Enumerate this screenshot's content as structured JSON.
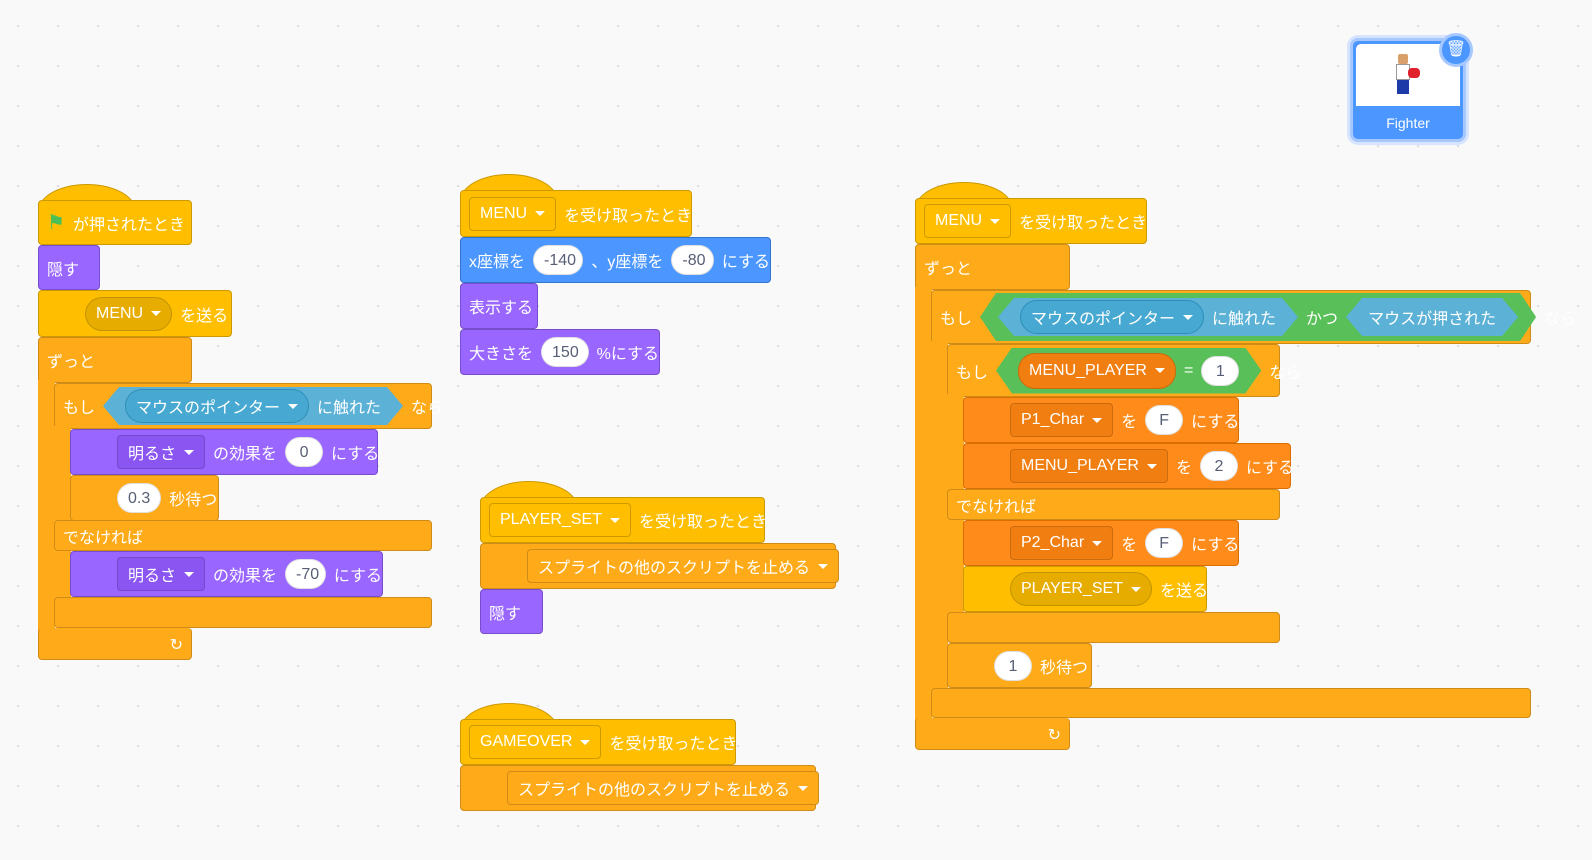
{
  "sprite": {
    "name": "Fighter"
  },
  "s1": {
    "hat": "が押されたとき",
    "hide": "隠す",
    "bc_msg": "MENU",
    "bc": "を送る",
    "forever": "ずっと",
    "if": "もし",
    "touch_obj": "マウスのポインター",
    "touch": "に触れた",
    "then": "なら",
    "eff1": "明るさ",
    "eff_of": "の効果を",
    "eff1_val": "0",
    "set_to": "にする",
    "wait_val": "0.3",
    "wait": "秒待つ",
    "else": "でなければ",
    "eff2": "明るさ",
    "eff2_val": "-70"
  },
  "s2": {
    "msg": "MENU",
    "recv": "を受け取ったとき",
    "x_lbl": "x座標を",
    "x": "-140",
    "y_lbl": "、y座標を",
    "y": "-80",
    "set": "にする",
    "show": "表示する",
    "size_lbl": "大きさを",
    "size": "150",
    "size_set": "%にする"
  },
  "s3": {
    "msg": "PLAYER_SET",
    "recv": "を受け取ったとき",
    "stop": "スプライトの他のスクリプトを止める",
    "hide": "隠す"
  },
  "s4": {
    "msg": "GAMEOVER",
    "recv": "を受け取ったとき",
    "stop": "スプライトの他のスクリプトを止める"
  },
  "s5": {
    "msg": "MENU",
    "recv": "を受け取ったとき",
    "forever": "ずっと",
    "if": "もし",
    "touch_obj": "マウスのポインター",
    "touch": "に触れた",
    "and": "かつ",
    "mouse_down": "マウスが押された",
    "then": "なら",
    "var": "MENU_PLAYER",
    "eq": "=",
    "eq_val": "1",
    "set1_var": "P1_Char",
    "wo": "を",
    "set1_val": "F",
    "set": "にする",
    "set2_var": "MENU_PLAYER",
    "set2_val": "2",
    "else": "でなければ",
    "set3_var": "P2_Char",
    "set3_val": "F",
    "bc_msg": "PLAYER_SET",
    "bc": "を送る",
    "wait_val": "1",
    "wait": "秒待つ"
  }
}
